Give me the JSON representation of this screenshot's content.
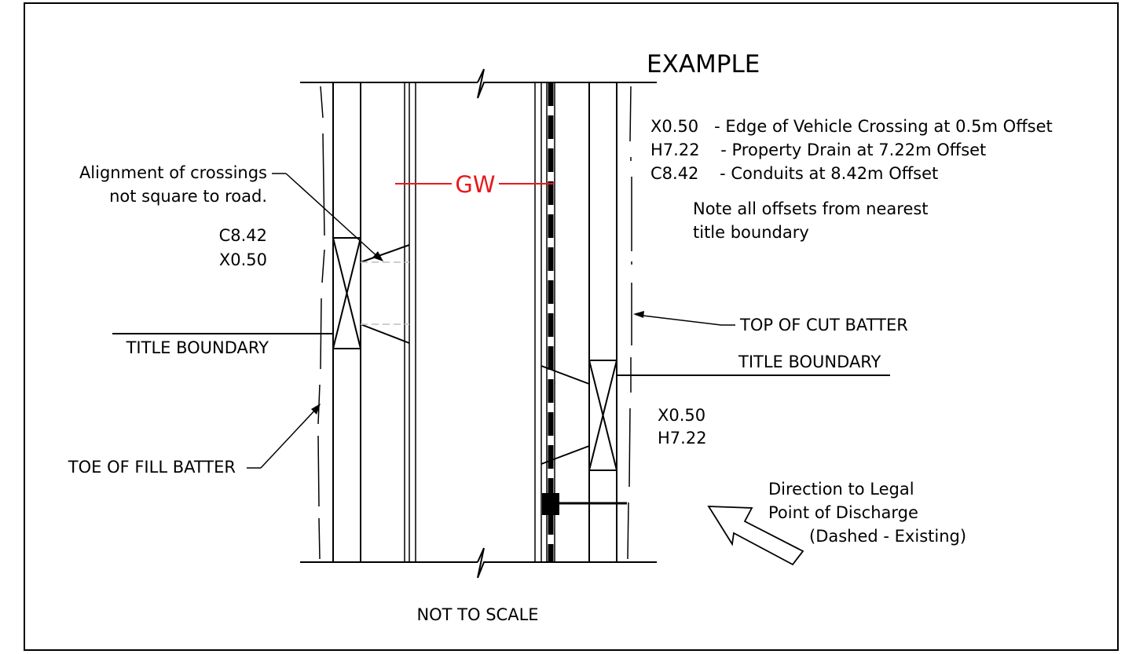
{
  "title": "EXAMPLE",
  "legend": [
    "X0.50   - Edge of Vehicle Crossing at 0.5m Offset",
    "H7.22    - Property Drain at 7.22m Offset",
    "C8.42    - Conduits at 8.42m Offset"
  ],
  "note": [
    "Note all offsets from nearest",
    "title boundary"
  ],
  "left_callout": [
    "Alignment of crossings",
    "not square to road."
  ],
  "left_codes": [
    "C8.42",
    "X0.50"
  ],
  "left_boundary_label": "TITLE BOUNDARY",
  "toe_label": "TOE OF FILL BATTER",
  "top_cut_label": "TOP OF CUT BATTER",
  "right_boundary_label": "TITLE BOUNDARY",
  "right_codes": [
    "X0.50",
    "H7.22"
  ],
  "discharge": [
    "Direction to Legal",
    "Point of Discharge",
    "(Dashed - Existing)"
  ],
  "gw_label": "GW",
  "scale_note": "NOT TO SCALE",
  "colors": {
    "gas_main": "#e8191b",
    "line": "#000000",
    "existing": "#c8c8c8"
  }
}
